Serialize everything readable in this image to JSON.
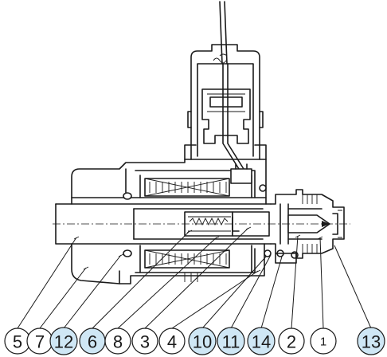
{
  "figure": "solenoid-valve-cross-section",
  "colors": {
    "line": "#1a1a1a",
    "highlight_fill": "#cfe7f5",
    "plain_fill": "#ffffff"
  },
  "callouts": [
    {
      "label": "5",
      "highlight": false
    },
    {
      "label": "7",
      "highlight": false
    },
    {
      "label": "12",
      "highlight": true
    },
    {
      "label": "6",
      "highlight": true
    },
    {
      "label": "8",
      "highlight": false
    },
    {
      "label": "3",
      "highlight": false
    },
    {
      "label": "4",
      "highlight": false
    },
    {
      "label": "10",
      "highlight": true
    },
    {
      "label": "11",
      "highlight": true
    },
    {
      "label": "14",
      "highlight": true
    },
    {
      "label": "2",
      "highlight": false
    },
    {
      "label": "1",
      "highlight": false
    },
    {
      "label": "13",
      "highlight": true
    }
  ]
}
